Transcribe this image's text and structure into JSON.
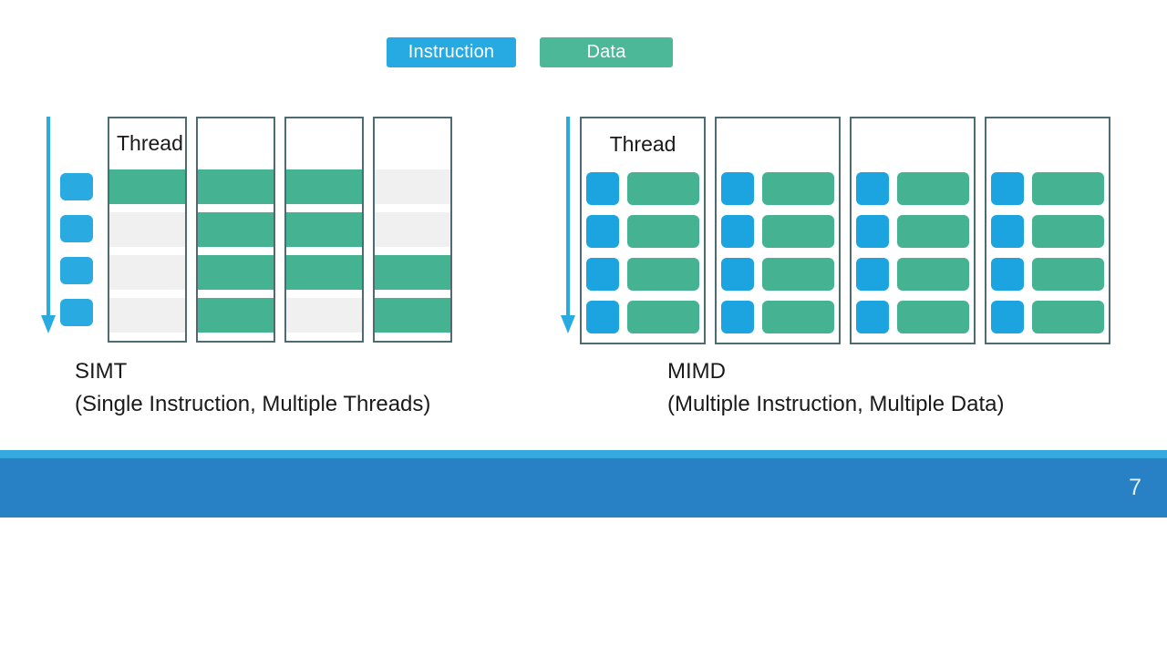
{
  "legend": {
    "items": [
      {
        "label": "Instruction",
        "color": "#27a9e1",
        "icon": "instruction-swatch"
      },
      {
        "label": "Data",
        "color": "#4db898",
        "icon": "data-swatch"
      }
    ]
  },
  "panels": [
    {
      "id": "simt",
      "arrow_icon": "down-arrow-icon",
      "column_header": "Thread",
      "shared_instruction_count": 4,
      "caption_acronym": "SIMT",
      "caption_expansion": "(Single Instruction, Multiple Threads)",
      "grid": {
        "rows": 4,
        "columns": 4,
        "cells": [
          [
            "green",
            "green",
            "green",
            "gray"
          ],
          [
            "gray",
            "green",
            "green",
            "gray"
          ],
          [
            "gray",
            "green",
            "green",
            "green"
          ],
          [
            "gray",
            "green",
            "gray",
            "green"
          ]
        ]
      }
    },
    {
      "id": "mimd",
      "arrow_icon": "down-arrow-icon",
      "column_header": "Thread",
      "caption_acronym": "MIMD",
      "caption_expansion": "(Multiple Instruction, Multiple Data)",
      "grid": {
        "rows": 4,
        "columns": 4,
        "cells": [
          [
            "instruction+data",
            "instruction+data",
            "instruction+data",
            "instruction+data"
          ],
          [
            "instruction+data",
            "instruction+data",
            "instruction+data",
            "instruction+data"
          ],
          [
            "instruction+data",
            "instruction+data",
            "instruction+data",
            "instruction+data"
          ],
          [
            "instruction+data",
            "instruction+data",
            "instruction+data",
            "instruction+data"
          ]
        ]
      }
    }
  ],
  "footer": {
    "page_number": "7",
    "strip_color": "#35aadf",
    "body_color": "#2781c4"
  }
}
